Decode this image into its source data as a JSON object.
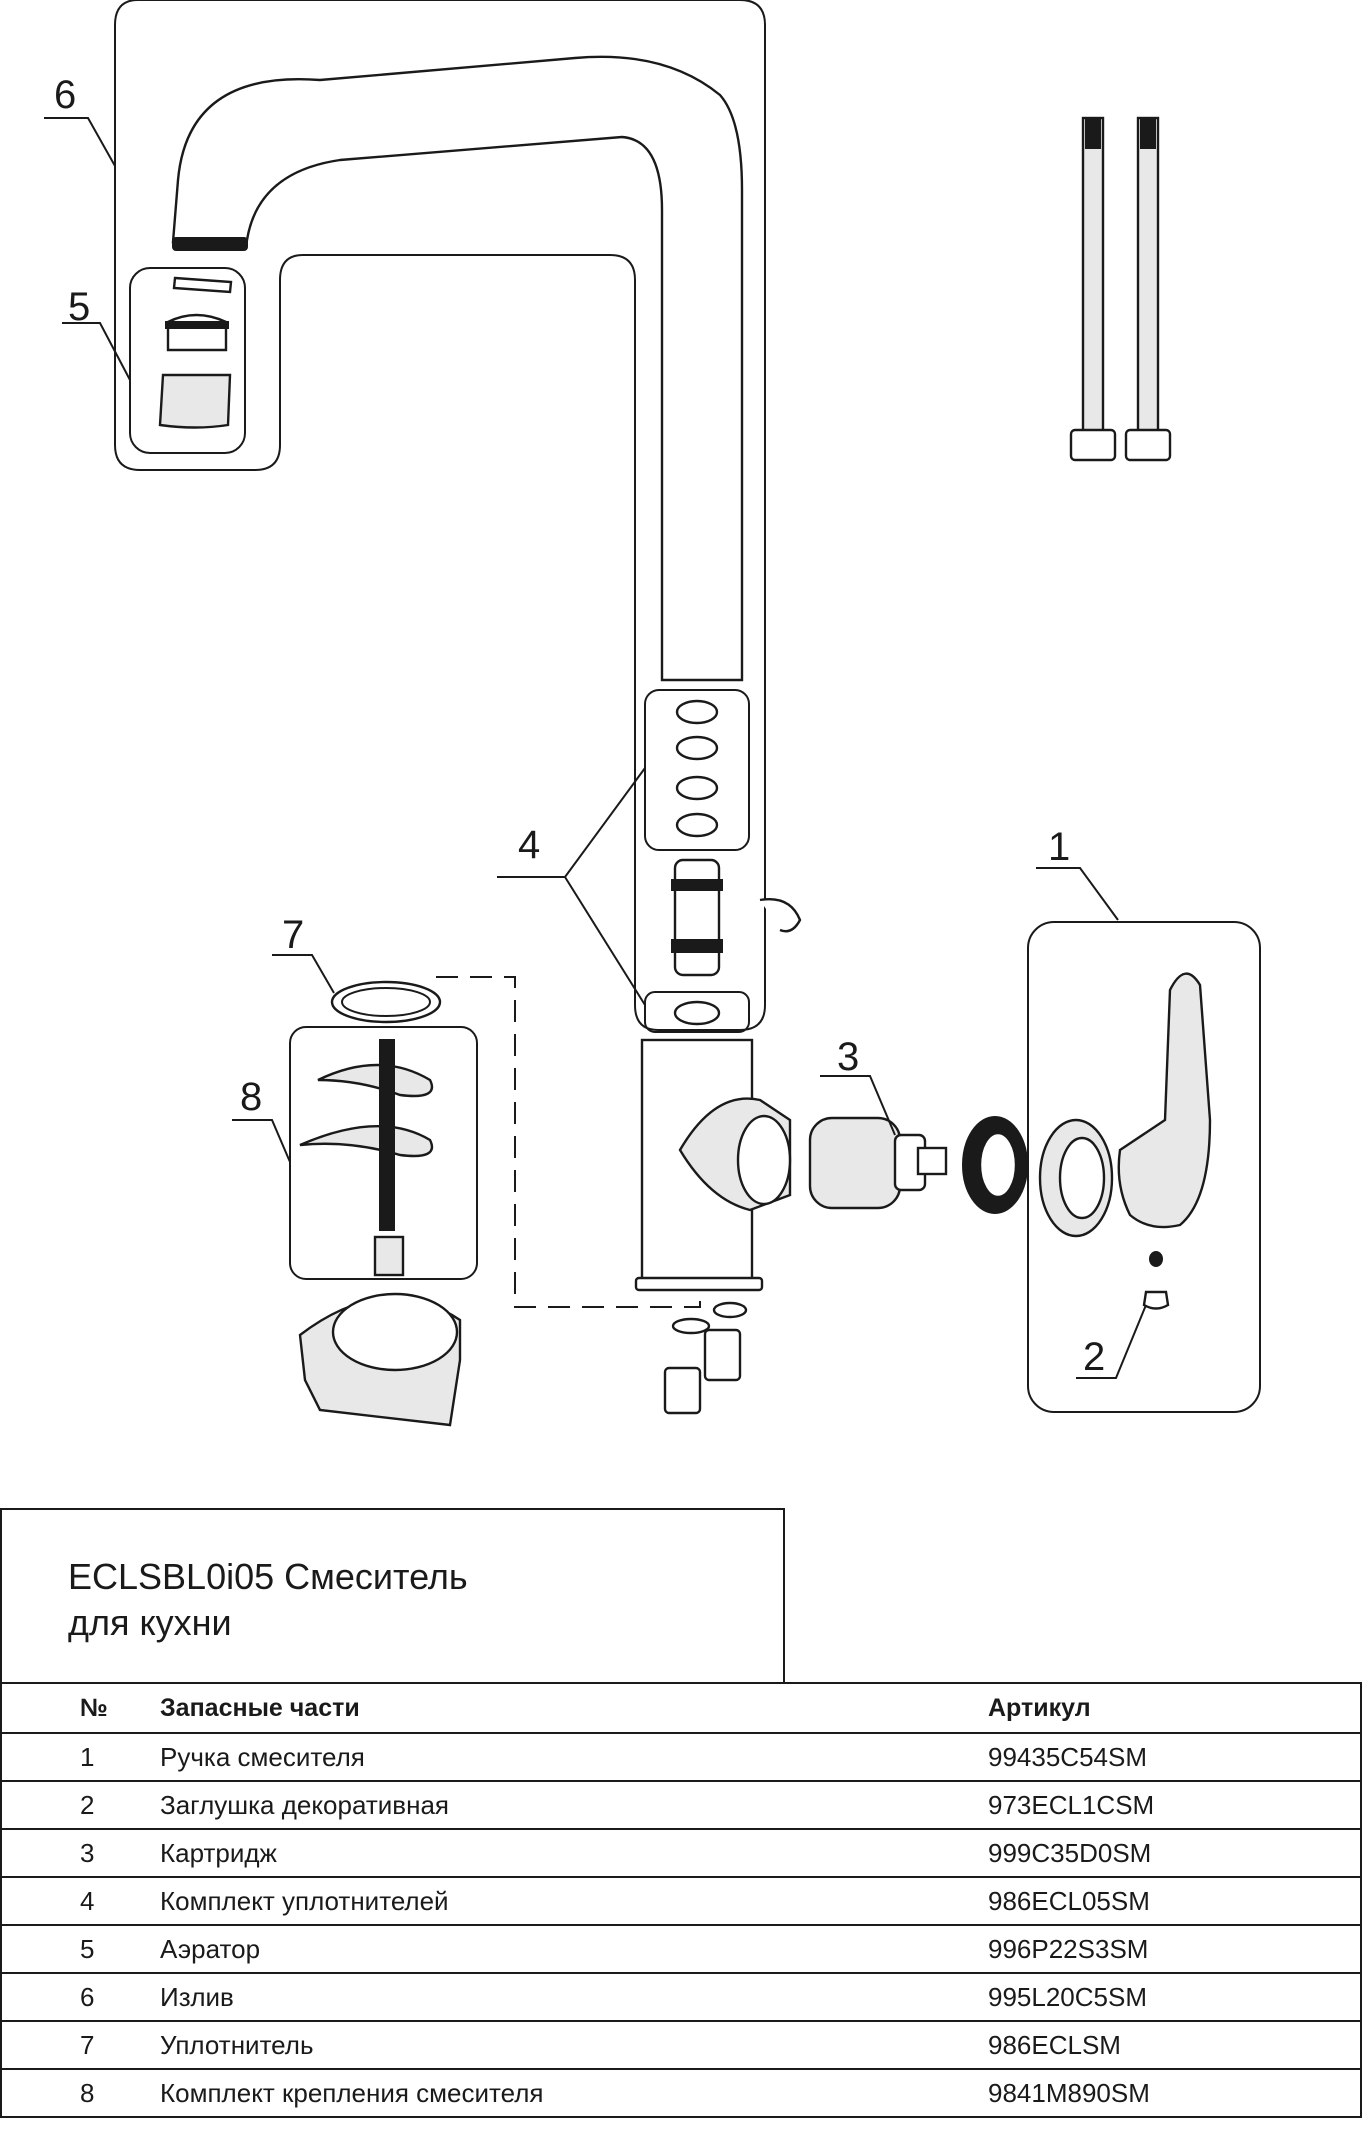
{
  "title": {
    "line1": "ECLSBL0i05 Смеситель",
    "line2": "для кухни"
  },
  "table": {
    "headers": {
      "num": "№",
      "name": "Запасные части",
      "sku": "Артикул"
    },
    "rows": [
      {
        "num": "1",
        "name": "Ручка смесителя",
        "sku": "99435C54SM"
      },
      {
        "num": "2",
        "name": "Заглушка декоративная",
        "sku": "973ECL1CSM"
      },
      {
        "num": "3",
        "name": "Картридж",
        "sku": "999C35D0SM"
      },
      {
        "num": "4",
        "name": "Комплект уплотнителей",
        "sku": "986ECL05SM"
      },
      {
        "num": "5",
        "name": "Аэратор",
        "sku": "996P22S3SM"
      },
      {
        "num": "6",
        "name": "Излив",
        "sku": "995L20C5SM"
      },
      {
        "num": "7",
        "name": "Уплотнитель",
        "sku": "986ECLSM"
      },
      {
        "num": "8",
        "name": "Комплект крепления смесителя",
        "sku": "9841M890SM"
      }
    ]
  },
  "callouts": {
    "c1": "1",
    "c2": "2",
    "c3": "3",
    "c4": "4",
    "c5": "5",
    "c6": "6",
    "c7": "7",
    "c8": "8"
  }
}
